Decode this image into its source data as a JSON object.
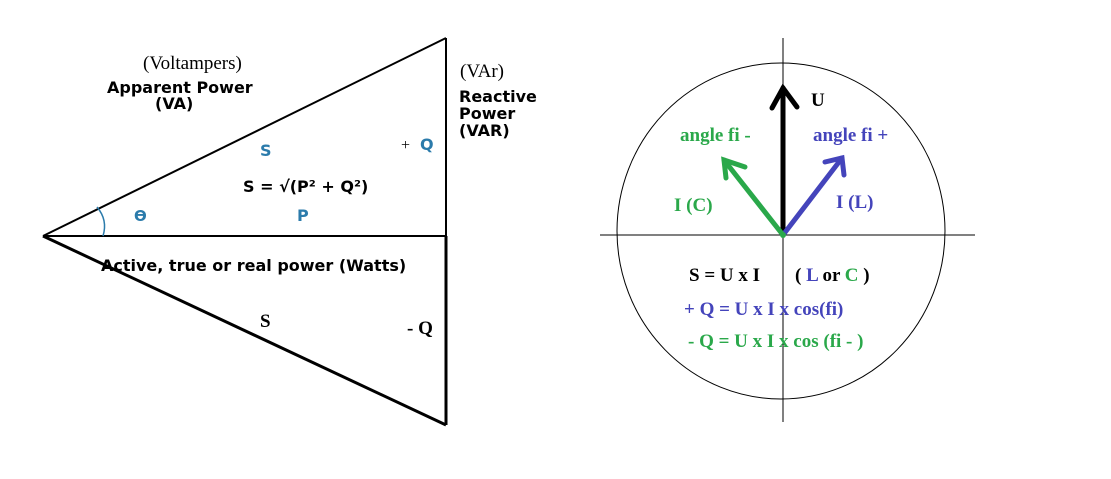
{
  "colors": {
    "blue_label": "#2b7bab",
    "inductive": "#4444bb",
    "capacitive": "#2aa84a",
    "ink": "#000000"
  },
  "triangle": {
    "apparent_unit_alt": "(Voltampers)",
    "apparent_title": "Apparent Power",
    "apparent_unit": "(VA)",
    "reactive_unit_alt": "(VAr)",
    "reactive_title_1": "Reactive",
    "reactive_title_2": "Power",
    "reactive_unit": "(VAR)",
    "s_label": "S",
    "plus_sign": "+",
    "q_label": "Q",
    "formula": "S = √(P² + Q²)",
    "theta": "ϴ",
    "p_label": "P",
    "active_title": "Active, true or real power (Watts)",
    "s_lower": "S",
    "minus_q": "- Q"
  },
  "phasor": {
    "u_label": "U",
    "angle_neg": "angle fi -",
    "angle_pos": "angle fi +",
    "ic_label": "I (C)",
    "il_label": "I (L)",
    "s_formula": "S = U x I",
    "paren_open": "(",
    "l": "L",
    "or": "or",
    "c": "C",
    "paren_close": ")",
    "plus_q_formula": "+ Q = U x I x cos(fi)",
    "minus_q_formula": "- Q = U x I x cos (fi - )"
  }
}
